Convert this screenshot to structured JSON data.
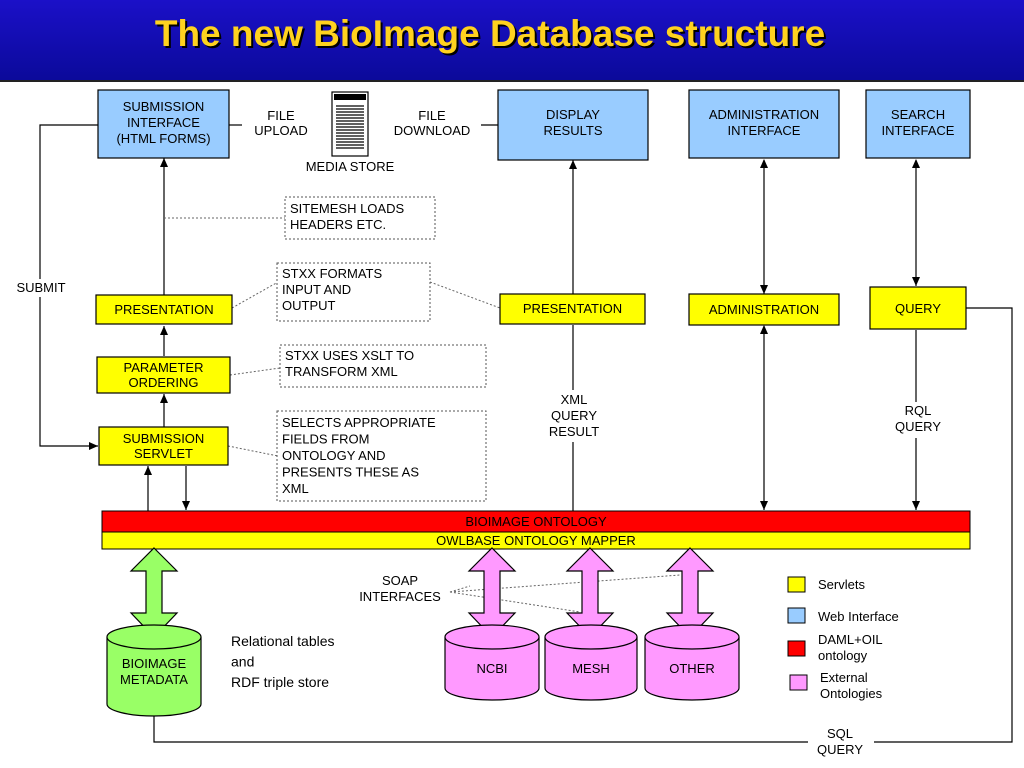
{
  "title": "The new BioImage Database structure",
  "colors": {
    "servlet": "#ffff00",
    "web_interface": "#99ccff",
    "daml_oil": "#ff0000",
    "external": "#ff99ff",
    "metadata": "#99ff66",
    "header_bg": "#1410b8",
    "title_text": "#ffd21f"
  },
  "boxes": {
    "submission_interface": [
      "SUBMISSION",
      "INTERFACE",
      "(HTML FORMS)"
    ],
    "display_results": [
      "DISPLAY",
      "RESULTS"
    ],
    "administration_interface": [
      "ADMINISTRATION",
      "INTERFACE"
    ],
    "search_interface": [
      "SEARCH",
      "INTERFACE"
    ],
    "presentation_left": [
      "PRESENTATION"
    ],
    "parameter_ordering": [
      "PARAMETER",
      "ORDERING"
    ],
    "submission_servlet": [
      "SUBMISSION",
      "SERVLET"
    ],
    "presentation_right": [
      "PRESENTATION"
    ],
    "administration": [
      "ADMINISTRATION"
    ],
    "query": [
      "QUERY"
    ]
  },
  "bars": {
    "bioimage_ontology": "BIOIMAGE ONTOLOGY",
    "owlbase_mapper": "OWLBASE ONTOLOGY MAPPER"
  },
  "notes": {
    "sitemesh": [
      "SITEMESH LOADS",
      "HEADERS ETC."
    ],
    "stxx_formats": [
      "STXX FORMATS",
      "INPUT AND",
      "OUTPUT"
    ],
    "stxx_xslt": [
      "STXX USES XSLT TO",
      "TRANSFORM XML"
    ],
    "selects_fields": [
      "SELECTS APPROPRIATE",
      "FIELDS FROM",
      "ONTOLOGY AND",
      "PRESENTS THESE AS",
      "XML"
    ]
  },
  "labels": {
    "file_upload": [
      "FILE",
      "UPLOAD"
    ],
    "file_download": [
      "FILE",
      "DOWNLOAD"
    ],
    "media_store": "MEDIA STORE",
    "submit": "SUBMIT",
    "xml_query_result": [
      "XML",
      "QUERY",
      "RESULT"
    ],
    "rql_query": [
      "RQL",
      "QUERY"
    ],
    "soap_interfaces": [
      "SOAP",
      "INTERFACES"
    ],
    "relational": [
      "Relational tables",
      "and",
      "RDF triple store"
    ],
    "sql_query": [
      "SQL",
      "QUERY"
    ]
  },
  "databases": {
    "bioimage_metadata": [
      "BIOIMAGE",
      "METADATA"
    ],
    "ncbi": [
      "NCBI"
    ],
    "mesh": [
      "MESH"
    ],
    "other": [
      "OTHER"
    ]
  },
  "legend": {
    "servlets": [
      "Servlets"
    ],
    "web_interface": [
      "Web Interface"
    ],
    "daml_oil": [
      "DAML+OIL",
      "ontology"
    ],
    "external": [
      "External",
      "Ontologies"
    ]
  }
}
